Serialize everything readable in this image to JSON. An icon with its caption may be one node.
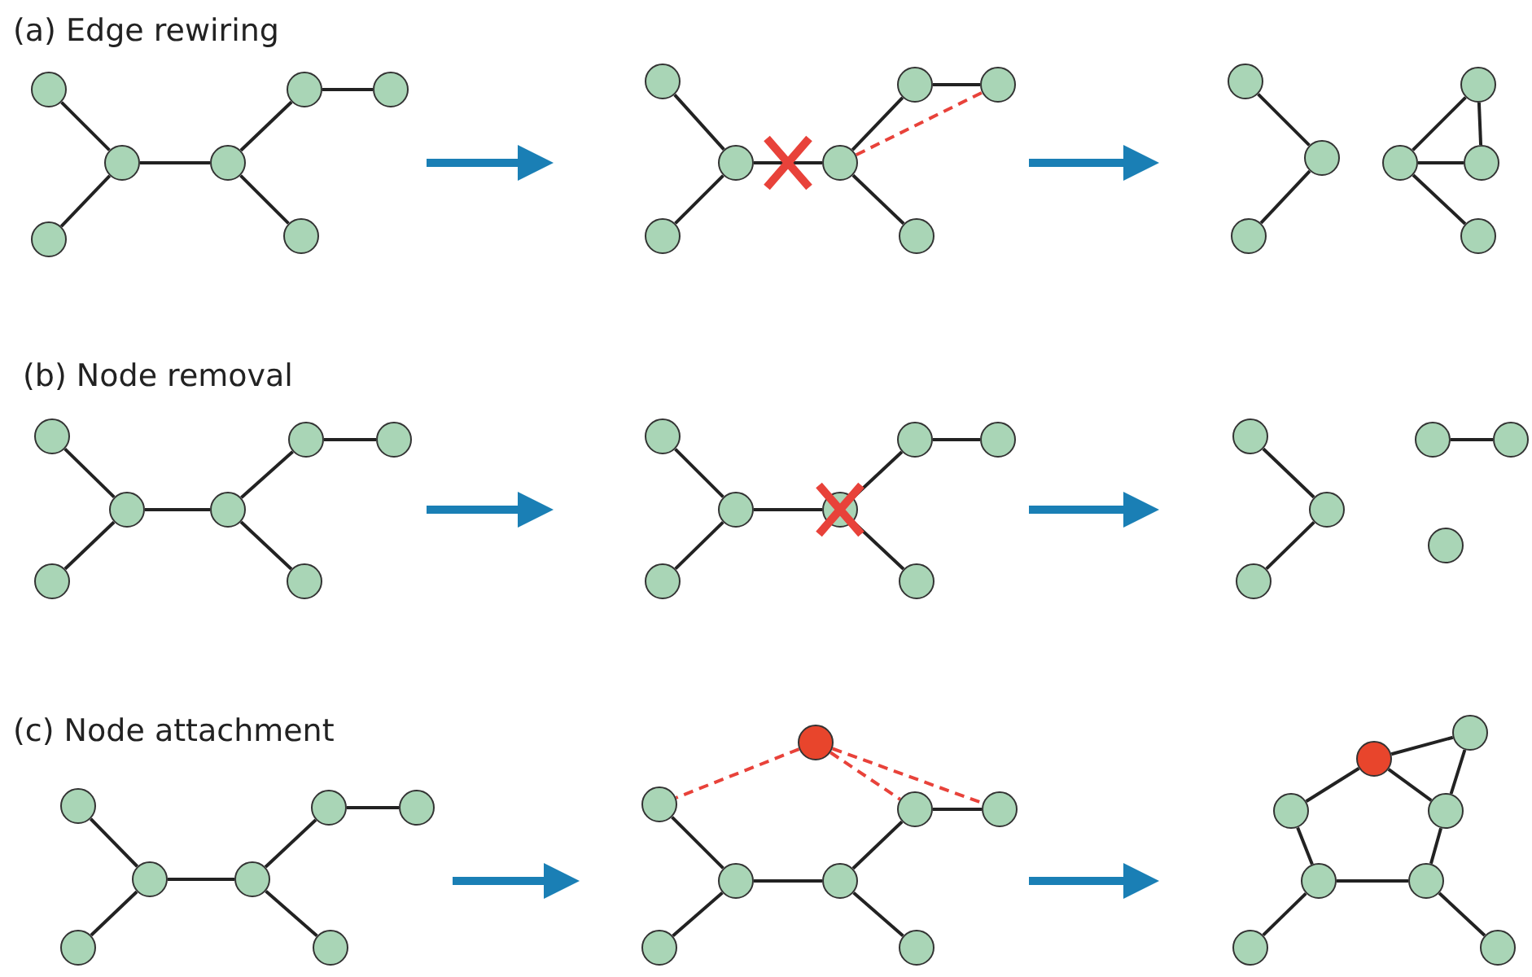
{
  "diagram": {
    "nodes": [
      {
        "text": [],
        "shape": "circle"
      },
      {
        "text": [],
        "shape": "circle"
      },
      {
        "text": [],
        "shape": "circle"
      },
      {
        "text": [],
        "shape": "circle"
      },
      {
        "text": [],
        "shape": "circle"
      },
      {
        "text": [],
        "shape": "circle"
      },
      {
        "text": [],
        "shape": "circle"
      },
      {
        "text": [],
        "shape": "circle"
      },
      {
        "text": [],
        "shape": "circle"
      },
      {
        "text": [],
        "shape": "circle"
      },
      {
        "text": [],
        "shape": "circle"
      },
      {
        "text": [],
        "shape": "circle"
      },
      {
        "text": [],
        "shape": "circle"
      },
      {
        "text": [],
        "shape": "circle"
      },
      {
        "text": [],
        "shape": "circle"
      },
      {
        "text": [],
        "shape": "circle"
      },
      {
        "text": [],
        "shape": "circle"
      },
      {
        "text": [],
        "shape": "circle"
      },
      {
        "text": [],
        "shape": "circle"
      },
      {
        "text": [],
        "shape": "circle"
      },
      {
        "text": [],
        "shape": "circle"
      },
      {
        "text": [],
        "shape": "circle"
      },
      {
        "text": [],
        "shape": "circle"
      },
      {
        "text": [],
        "shape": "circle"
      },
      {
        "text": [],
        "shape": "circle"
      },
      {
        "text": [],
        "shape": "circle"
      },
      {
        "text": [],
        "shape": "circle"
      },
      {
        "text": [],
        "shape": "circle"
      },
      {
        "text": [],
        "shape": "circle"
      },
      {
        "text": [],
        "shape": "circle"
      },
      {
        "text": [],
        "shape": "circle"
      },
      {
        "text": [],
        "shape": "circle"
      },
      {
        "text": [],
        "shape": "circle"
      },
      {
        "text": [],
        "shape": "circle"
      },
      {
        "text": [],
        "shape": "circle"
      },
      {
        "text": [],
        "shape": "circle"
      },
      {
        "text": [],
        "shape": "circle"
      },
      {
        "text": [],
        "shape": "circle"
      },
      {
        "text": [],
        "shape": "circle"
      },
      {
        "text": [],
        "shape": "circle"
      },
      {
        "text": [],
        "shape": "circle"
      },
      {
        "text": [],
        "shape": "circle"
      },
      {
        "text": [],
        "shape": "circle"
      },
      {
        "text": [],
        "shape": "circle"
      },
      {
        "text": [],
        "shape": "circle"
      },
      {
        "text": [],
        "shape": "circle"
      },
      {
        "text": [],
        "shape": "circle"
      },
      {
        "text": [],
        "shape": "circle"
      },
      {
        "text": [],
        "shape": "circle"
      },
      {
        "text": [],
        "shape": "circle"
      },
      {
        "text": [],
        "shape": "circle"
      },
      {
        "text": [],
        "shape": "circle"
      },
      {
        "text": [],
        "shape": "circle"
      },
      {
        "text": [],
        "shape": "circle"
      },
      {
        "text": [],
        "shape": "circle"
      },
      {
        "text": [],
        "shape": "circle"
      },
      {
        "text": [],
        "shape": "circle"
      },
      {
        "text": [],
        "shape": "circle"
      },
      {
        "text": [],
        "shape": "circle"
      },
      {
        "text": [],
        "shape": "circle"
      },
      {
        "text": [],
        "shape": "circle"
      },
      {
        "text": [],
        "shape": "circle"
      },
      {
        "text": [],
        "shape": "circle"
      },
      {
        "text": [],
        "shape": "circle"
      }
    ],
    "edges": [
      {
        "from": 0,
        "to": 2,
        "arrow": "none"
      },
      {
        "from": 1,
        "to": 2,
        "arrow": "none"
      },
      {
        "from": 2,
        "to": 3,
        "arrow": "none"
      },
      {
        "from": 3,
        "to": 4,
        "arrow": "none"
      },
      {
        "from": 4,
        "to": 5,
        "arrow": "none"
      },
      {
        "from": 3,
        "to": 6,
        "arrow": "none"
      },
      {
        "from": 7,
        "to": 9,
        "arrow": "none"
      },
      {
        "from": 8,
        "to": 9,
        "arrow": "none"
      },
      {
        "from": 9,
        "to": 10,
        "arrow": "none"
      },
      {
        "from": 10,
        "to": 11,
        "arrow": "none"
      },
      {
        "from": 11,
        "to": 12,
        "arrow": "none"
      },
      {
        "from": 10,
        "to": 13,
        "arrow": "none"
      },
      {
        "from": 10,
        "to": 12,
        "arrow": "none",
        "style": "dashed",
        "color": "#e8423a"
      },
      {
        "from": 14,
        "to": 15,
        "arrow": "none"
      },
      {
        "from": 16,
        "to": 15,
        "arrow": "none"
      },
      {
        "from": 17,
        "to": 18,
        "arrow": "none"
      },
      {
        "from": 17,
        "to": 19,
        "arrow": "none"
      },
      {
        "from": 17,
        "to": 20,
        "arrow": "none"
      },
      {
        "from": 18,
        "to": 19,
        "arrow": "none"
      },
      {
        "from": 21,
        "to": 23,
        "arrow": "none"
      },
      {
        "from": 22,
        "to": 23,
        "arrow": "none"
      },
      {
        "from": 23,
        "to": 24,
        "arrow": "none"
      },
      {
        "from": 24,
        "to": 25,
        "arrow": "none"
      },
      {
        "from": 25,
        "to": 26,
        "arrow": "none"
      },
      {
        "from": 24,
        "to": 27,
        "arrow": "none"
      },
      {
        "from": 28,
        "to": 30,
        "arrow": "none"
      },
      {
        "from": 29,
        "to": 30,
        "arrow": "none"
      },
      {
        "from": 30,
        "to": 31,
        "arrow": "none"
      },
      {
        "from": 31,
        "to": 32,
        "arrow": "none"
      },
      {
        "from": 32,
        "to": 33,
        "arrow": "none"
      },
      {
        "from": 31,
        "to": 34,
        "arrow": "none"
      },
      {
        "from": 35,
        "to": 36,
        "arrow": "none"
      },
      {
        "from": 37,
        "to": 36,
        "arrow": "none"
      },
      {
        "from": 38,
        "to": 39,
        "arrow": "none"
      },
      {
        "from": 41,
        "to": 43,
        "arrow": "none"
      },
      {
        "from": 42,
        "to": 43,
        "arrow": "none"
      },
      {
        "from": 43,
        "to": 44,
        "arrow": "none"
      },
      {
        "from": 44,
        "to": 45,
        "arrow": "none"
      },
      {
        "from": 45,
        "to": 46,
        "arrow": "none"
      },
      {
        "from": 44,
        "to": 47,
        "arrow": "none"
      },
      {
        "from": 49,
        "to": 51,
        "arrow": "none"
      },
      {
        "from": 50,
        "to": 51,
        "arrow": "none"
      },
      {
        "from": 51,
        "to": 52,
        "arrow": "none"
      },
      {
        "from": 52,
        "to": 53,
        "arrow": "none"
      },
      {
        "from": 53,
        "to": 54,
        "arrow": "none"
      },
      {
        "from": 52,
        "to": 55,
        "arrow": "none"
      },
      {
        "from": 48,
        "to": 49,
        "arrow": "none",
        "style": "dashed",
        "color": "#e8423a"
      },
      {
        "from": 48,
        "to": 53,
        "arrow": "none",
        "style": "dashed",
        "color": "#e8423a"
      },
      {
        "from": 48,
        "to": 54,
        "arrow": "none",
        "style": "dashed",
        "color": "#e8423a"
      },
      {
        "from": 57,
        "to": 56,
        "arrow": "none"
      },
      {
        "from": 57,
        "to": 58,
        "arrow": "none"
      },
      {
        "from": 57,
        "to": 59,
        "arrow": "none"
      },
      {
        "from": 56,
        "to": 59,
        "arrow": "none"
      },
      {
        "from": 58,
        "to": 60,
        "arrow": "none"
      },
      {
        "from": 60,
        "to": 61,
        "arrow": "none"
      },
      {
        "from": 61,
        "to": 59,
        "arrow": "none"
      },
      {
        "from": 60,
        "to": 62,
        "arrow": "none"
      },
      {
        "from": 61,
        "to": 63,
        "arrow": "none"
      }
    ],
    "labels": [
      "(a) Edge rewiring",
      "(b) Node removal",
      "(c) Node attachment"
    ]
  }
}
